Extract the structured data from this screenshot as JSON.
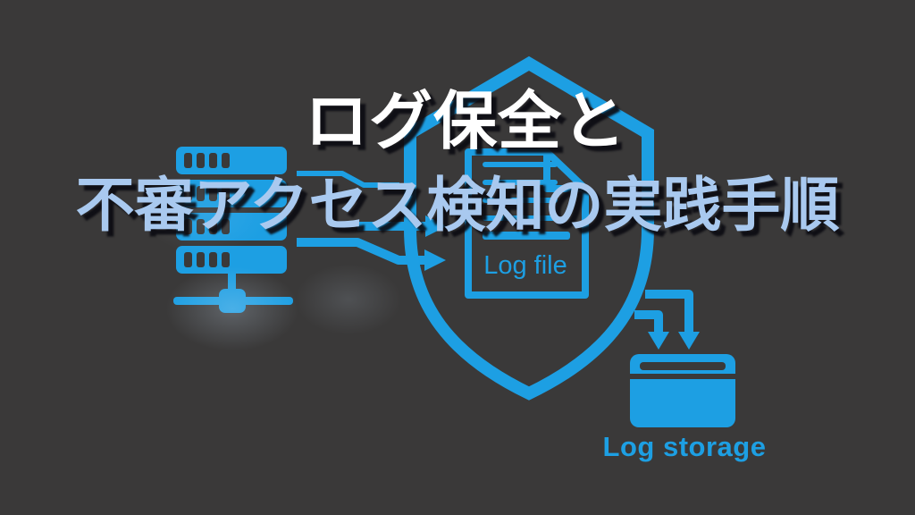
{
  "title": {
    "line1": "ログ保全と",
    "line2": "不審アクセス検知の実践手順"
  },
  "diagram": {
    "log_file_label": "Log file",
    "log_storage_label": "Log storage"
  },
  "icons": {
    "server": "server-stack-icon",
    "network_node": "network-node-icon",
    "flow_arrows": "right-arrow-icons",
    "shield": "shield-outline-icon",
    "document": "log-file-document-icon",
    "storage": "log-storage-box-icon",
    "storage_arrows": "down-arrow-icons"
  },
  "colors": {
    "background": "#3a3939",
    "accent": "#1d9fe3",
    "title_line1": "#ffffff",
    "title_line2": "#a9c9ef",
    "shadow": "#0c0c12"
  }
}
